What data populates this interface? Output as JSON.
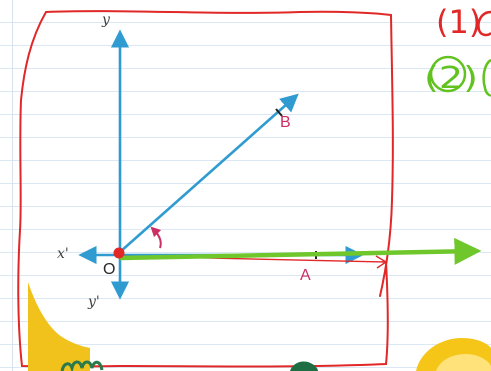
{
  "diagram": {
    "labels": {
      "y": "y",
      "y_prime": "y'",
      "x_prime": "x'",
      "origin": "O",
      "point_a": "A",
      "point_b": "B"
    },
    "annotations": {
      "item_1": "(1)",
      "item_2": "(2)"
    },
    "colors": {
      "axis": "#2f9bd0",
      "ray": "#2f9bd0",
      "highlight_ray": "#6fc72b",
      "frame": "#e12727",
      "point_labels": "#cc2f63",
      "angle_arc": "#cc2f63",
      "annotation_1": "#e12727",
      "annotation_2": "#62c21f"
    }
  }
}
